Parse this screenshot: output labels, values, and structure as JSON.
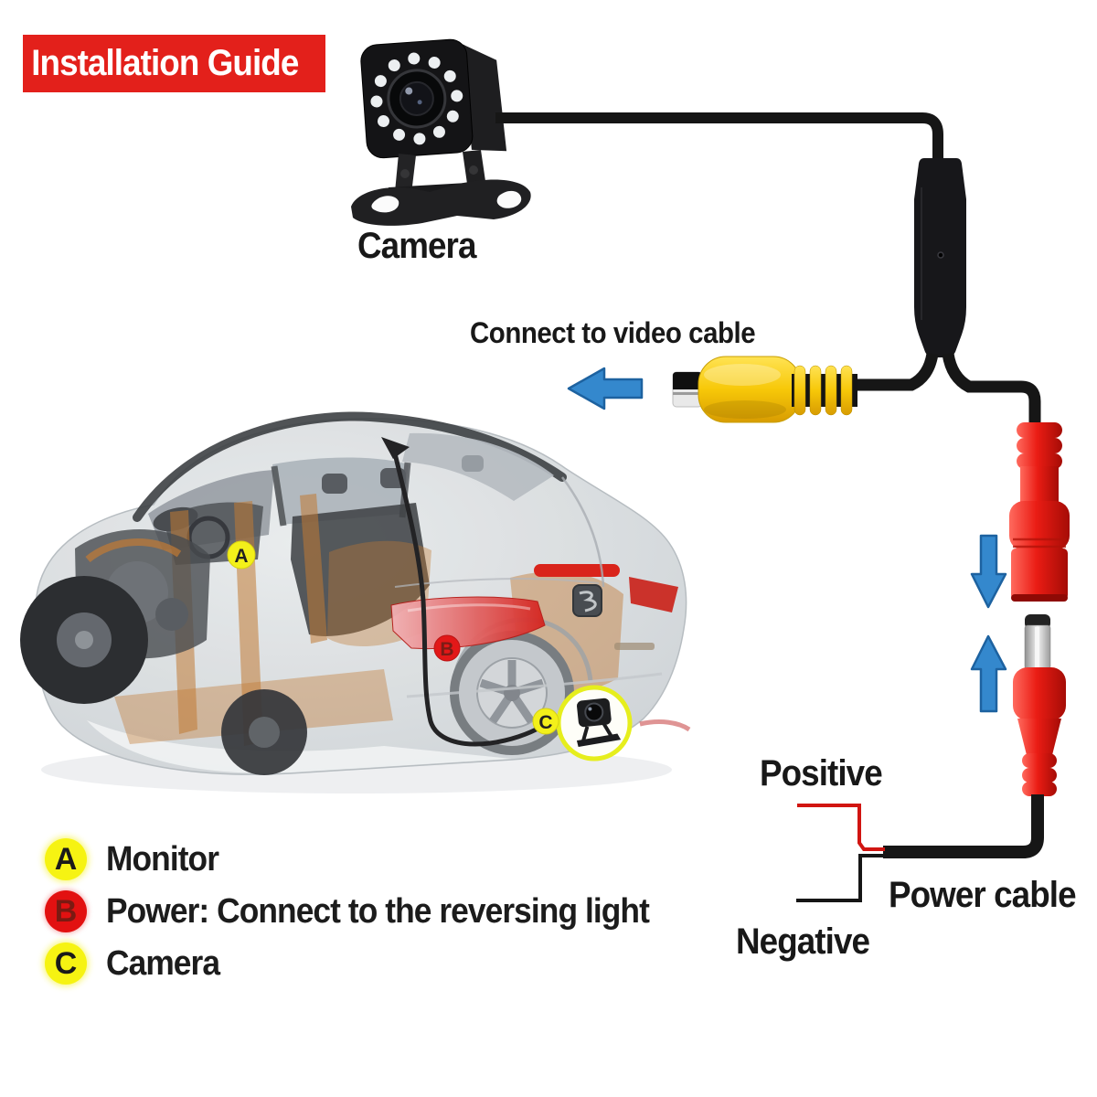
{
  "banner": {
    "label": "Installation Guide",
    "bg_color": "#e3201b",
    "text_color": "#ffffff"
  },
  "camera_unit": {
    "label": "Camera",
    "led_count": 12
  },
  "video_connector": {
    "label": "Connect to video cable",
    "connector_color": "#f7c808"
  },
  "power_wiring": {
    "positive_label": "Positive",
    "negative_label": "Negative",
    "cable_label": "Power cable",
    "positive_wire_color": "#d11511",
    "negative_wire_color": "#161616",
    "connector_color": "#ea1c14"
  },
  "arrows": {
    "color": "#3488cd",
    "outline_color": "#1d62a0"
  },
  "legend": {
    "items": [
      {
        "key": "A",
        "label": "Monitor",
        "key_bg": "#f6f312",
        "key_color": "#1a1a1a"
      },
      {
        "key": "B",
        "label": "Power: Connect to the reversing light",
        "key_bg": "#e21111",
        "key_color": "#7a1a12"
      },
      {
        "key": "C",
        "label": "Camera",
        "key_bg": "#f6f312",
        "key_color": "#1a1a1a"
      }
    ]
  },
  "car_markers": {
    "a": "A",
    "b": "B",
    "c": "C"
  }
}
